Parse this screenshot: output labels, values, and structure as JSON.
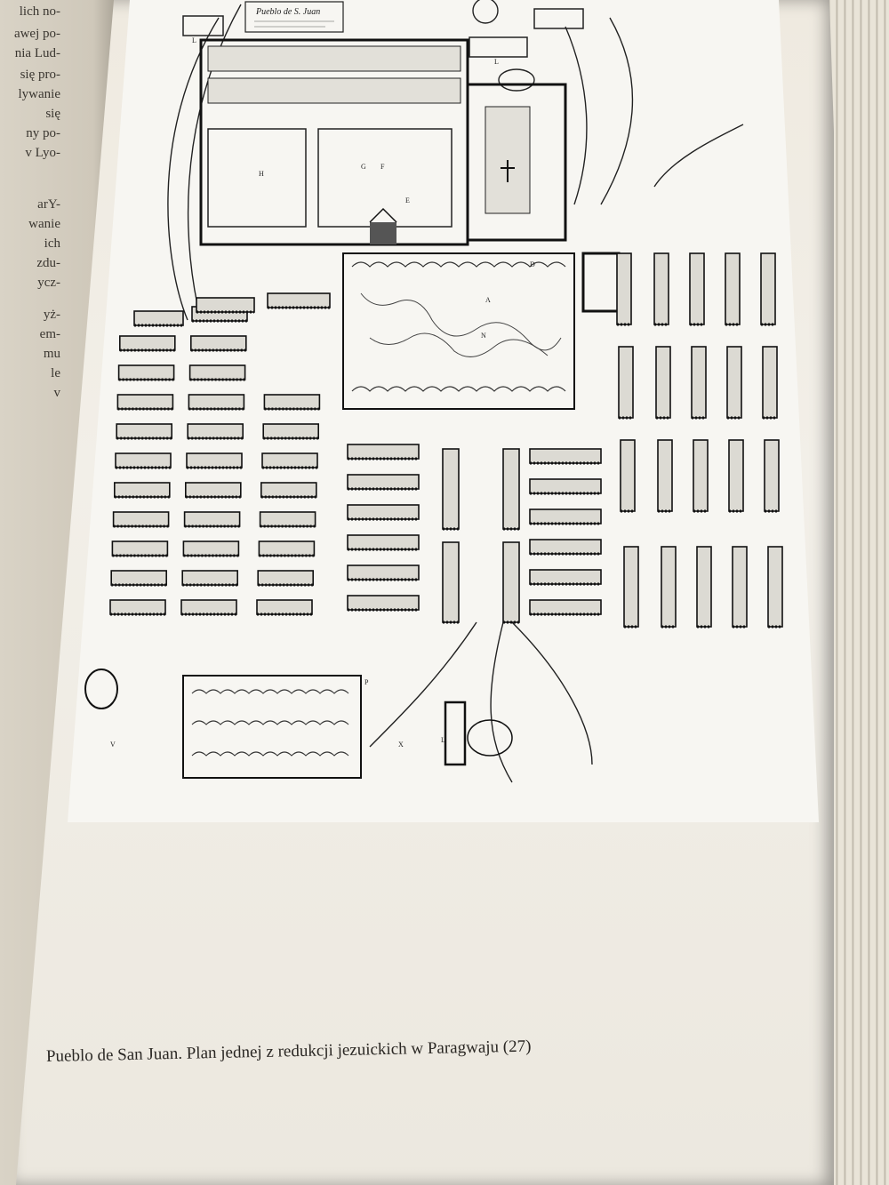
{
  "left_page": {
    "fragments": [
      "lich no-",
      "awej po-",
      "nia Lud-",
      "się pro-",
      "lywanie",
      "się",
      "ny po-",
      "v Lyo-",
      "arY-",
      "wanie",
      "ich",
      "zdu-",
      "ycz-",
      "yż-",
      "em-",
      "mu",
      "le",
      "v"
    ]
  },
  "figure": {
    "map_title": "Pueblo de S. Juan",
    "legend_letters": [
      "L",
      "L",
      "H",
      "G",
      "F",
      "E",
      "D",
      "A",
      "N",
      "P",
      "V",
      "X",
      "L"
    ]
  },
  "caption": {
    "text": "Pueblo de San Juan. Plan jednej z redukcji jezuickich w Paragwaju (27)"
  }
}
